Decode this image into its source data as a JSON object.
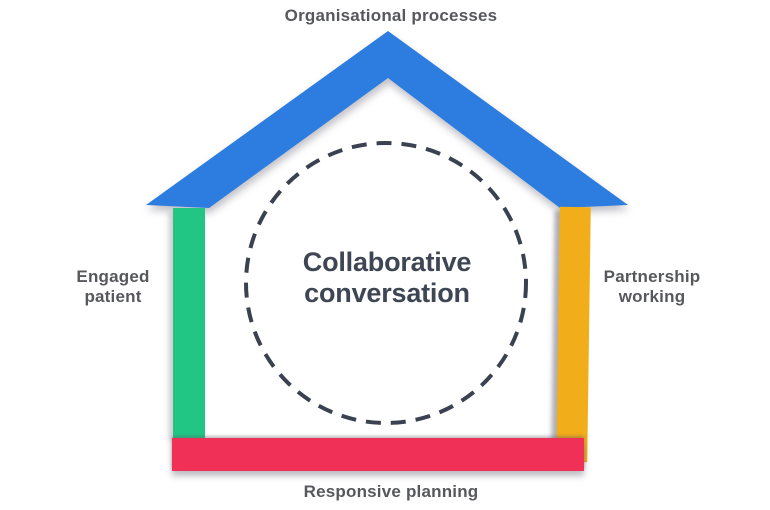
{
  "diagram": {
    "roof": {
      "label": "Organisational processes",
      "color": "#2d7de1"
    },
    "left_bar": {
      "label": "Engaged patient",
      "color": "#21c685"
    },
    "right_bar": {
      "label": "Partnership working",
      "color": "#f2ad1a"
    },
    "bottom_bar": {
      "label": "Responsive planning",
      "color": "#f13058"
    },
    "center": {
      "label": "Collaborative conversation"
    },
    "circle": {
      "stroke_color": "#3a4150"
    },
    "text_colors": {
      "labels": "#57585c",
      "center": "#3e4553"
    }
  }
}
